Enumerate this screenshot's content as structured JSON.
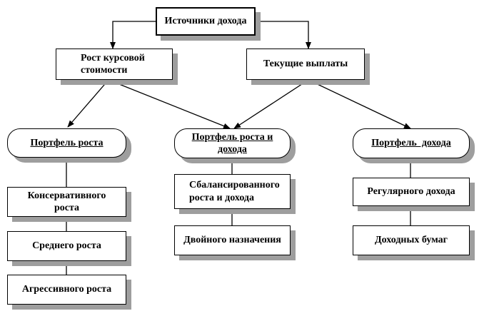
{
  "root": {
    "label": "Источники дохода"
  },
  "sources": {
    "capital_growth": "Рост курсовой стоимости",
    "current_payments": "Текущие выплаты"
  },
  "portfolios": {
    "growth": {
      "label": "Портфель роста",
      "subtypes": [
        "Консервативного роста",
        "Среднего роста",
        "Агрессивного роста"
      ]
    },
    "growth_income": {
      "label": "Портфель роста и дохода",
      "subtypes": [
        "Сбалансированного роста и дохода",
        "Двойного назначения"
      ]
    },
    "income": {
      "label": "Портфель  дохода",
      "subtypes": [
        "Регулярного дохода",
        "Доходных бумаг"
      ]
    }
  }
}
